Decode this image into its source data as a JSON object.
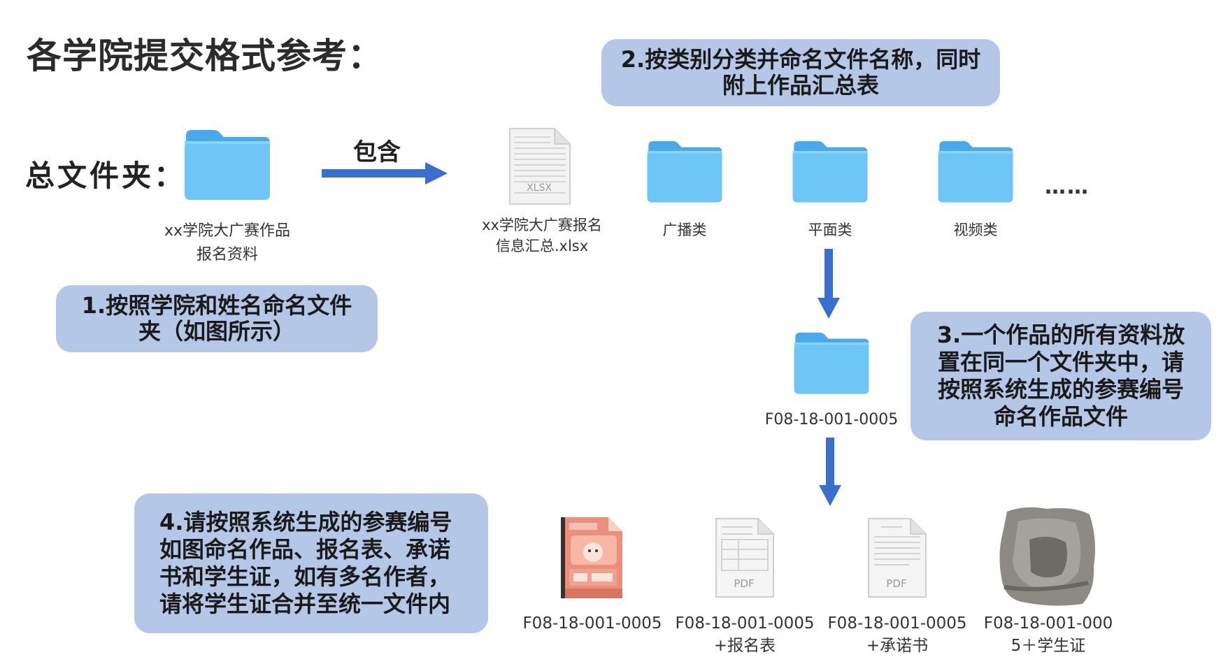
{
  "heading": "各学院提交格式参考：",
  "root_folder_label": "总文件夹：",
  "root_folder": {
    "name_line1": "xx学院大广赛作品",
    "name_line2": "报名资料"
  },
  "contains_label": "包含",
  "contents": {
    "xlsx": {
      "icon_text": "XLSX",
      "name_line1": "xx学院大广赛报名",
      "name_line2": "信息汇总.xlsx"
    },
    "folders": [
      {
        "name": "广播类"
      },
      {
        "name": "平面类"
      },
      {
        "name": "视频类"
      }
    ],
    "ellipsis": "……"
  },
  "work_folder": {
    "name": "F08-18-001-0005"
  },
  "files": [
    {
      "line1": "F08-18-001-0005",
      "line2": "",
      "icon": "artwork-image-icon"
    },
    {
      "line1": "F08-18-001-0005",
      "line2": "+报名表",
      "icon": "pdf-file-icon",
      "icon_text": "PDF"
    },
    {
      "line1": "F08-18-001-0005",
      "line2": "+承诺书",
      "icon": "pdf-file-icon",
      "icon_text": "PDF"
    },
    {
      "line1": "F08-18-001-000",
      "line2": "5＋学生证",
      "icon": "student-id-photo-icon"
    }
  ],
  "notes": {
    "note1": {
      "line1": "1.按照学院和姓名命名文件",
      "line2": "夹（如图所示）"
    },
    "note2": {
      "line1": "2.按类别分类并命名文件名称，同时",
      "line2": "附上作品汇总表"
    },
    "note3": {
      "line1": "3.一个作品的所有资料放",
      "line2": "置在同一个文件夹中，请",
      "line3": "按照系统生成的参赛编号",
      "line4": "命名作品文件"
    },
    "note4": {
      "line1": "4.请按照系统生成的参赛编号",
      "line2": "如图命名作品、报名表、承诺",
      "line3": "书和学生证，如有多名作者，",
      "line4": "请将学生证合并至统一文件内"
    }
  },
  "colors": {
    "note_bg": "#b4c7e7",
    "folder_body": "#6ec6f6",
    "folder_tab": "#4aa9ea",
    "arrow": "#3a6fd0"
  }
}
